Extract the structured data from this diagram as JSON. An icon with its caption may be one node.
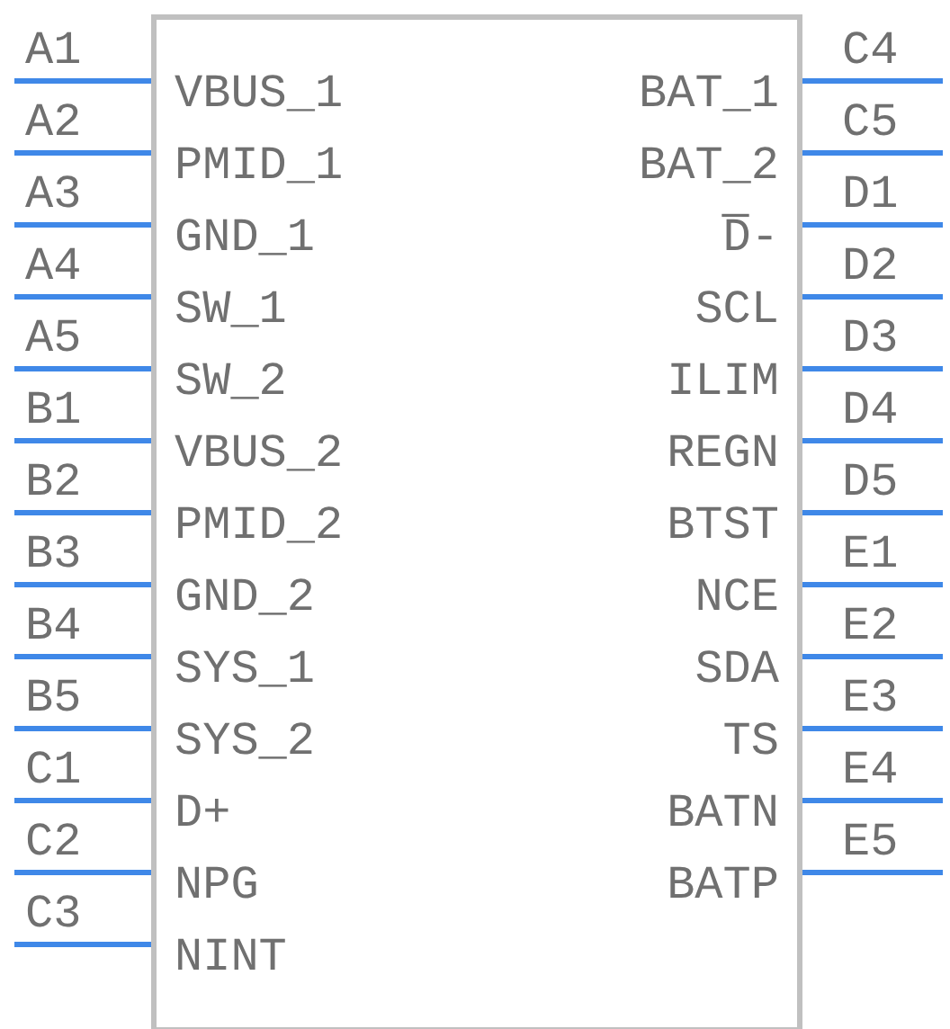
{
  "diagram": {
    "nodes": [
      {
        "text": [
          "VBUS_1",
          "PMID_1",
          "GND_1",
          "SW_1",
          "SW_2",
          "VBUS_2",
          "PMID_2",
          "GND_2",
          "SYS_1",
          "SYS_2",
          "D+",
          "NPG",
          "NINT",
          "BAT_1",
          "BAT_2",
          "D̅-",
          "SCL",
          "ILIM",
          "REGN",
          "BTST",
          "NCE",
          "SDA",
          "TS",
          "BATN",
          "BATP"
        ]
      }
    ],
    "labels": [
      "A1",
      "A2",
      "A3",
      "A4",
      "A5",
      "B1",
      "B2",
      "B3",
      "B4",
      "B5",
      "C1",
      "C2",
      "C3",
      "C4",
      "C5",
      "D1",
      "D2",
      "D3",
      "D4",
      "D5",
      "E1",
      "E2",
      "E3",
      "E4",
      "E5"
    ]
  }
}
